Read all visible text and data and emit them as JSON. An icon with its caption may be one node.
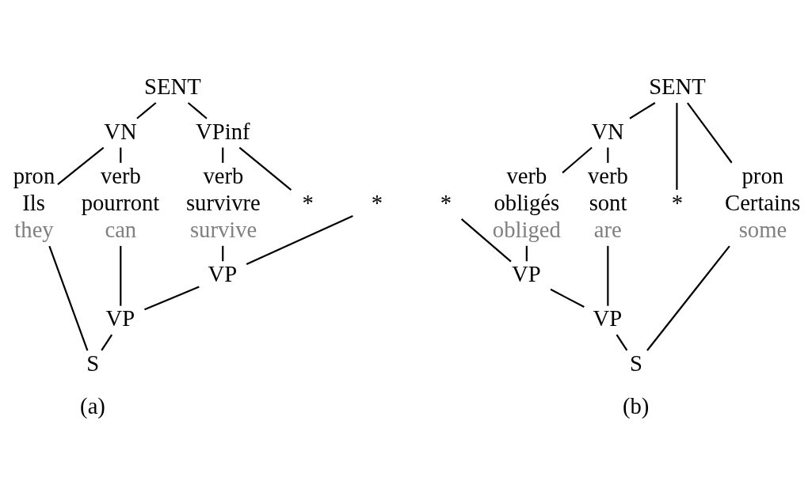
{
  "diagram": {
    "nodes": [
      {
        "text": [
          "SENT"
        ]
      },
      {
        "text": [
          "VN"
        ]
      },
      {
        "text": [
          "VPinf"
        ]
      },
      {
        "text": [
          "pron",
          "Ils",
          "they"
        ]
      },
      {
        "text": [
          "verb",
          "pourront",
          "can"
        ]
      },
      {
        "text": [
          "verb",
          "survivre",
          "survive"
        ]
      },
      {
        "text": [
          "*"
        ]
      },
      {
        "text": [
          "*"
        ]
      },
      {
        "text": [
          "VP"
        ]
      },
      {
        "text": [
          "VP"
        ]
      },
      {
        "text": [
          "S"
        ]
      },
      {
        "text": [
          "SENT"
        ]
      },
      {
        "text": [
          "VN"
        ]
      },
      {
        "text": [
          "pron",
          "Certains",
          "some"
        ]
      },
      {
        "text": [
          "verb",
          "sont",
          "are"
        ]
      },
      {
        "text": [
          "verb",
          "obligés",
          "obliged"
        ]
      },
      {
        "text": [
          "*"
        ]
      },
      {
        "text": [
          "*"
        ]
      },
      {
        "text": [
          "VP"
        ]
      },
      {
        "text": [
          "VP"
        ]
      },
      {
        "text": [
          "S"
        ]
      }
    ],
    "edges": [
      {
        "from": 0,
        "to": 1,
        "arrow": "none"
      },
      {
        "from": 0,
        "to": 2,
        "arrow": "none"
      },
      {
        "from": 1,
        "to": 3,
        "arrow": "none"
      },
      {
        "from": 1,
        "to": 4,
        "arrow": "none"
      },
      {
        "from": 2,
        "to": 5,
        "arrow": "none"
      },
      {
        "from": 2,
        "to": 6,
        "arrow": "none"
      },
      {
        "from": 5,
        "to": 8,
        "arrow": "none"
      },
      {
        "from": 7,
        "to": 8,
        "arrow": "none"
      },
      {
        "from": 4,
        "to": 9,
        "arrow": "none"
      },
      {
        "from": 8,
        "to": 9,
        "arrow": "none"
      },
      {
        "from": 3,
        "to": 10,
        "arrow": "none"
      },
      {
        "from": 9,
        "to": 10,
        "arrow": "none"
      },
      {
        "from": 11,
        "to": 13,
        "arrow": "none"
      },
      {
        "from": 11,
        "to": 12,
        "arrow": "none"
      },
      {
        "from": 11,
        "to": 16,
        "arrow": "none"
      },
      {
        "from": 12,
        "to": 14,
        "arrow": "none"
      },
      {
        "from": 12,
        "to": 15,
        "arrow": "none"
      },
      {
        "from": 15,
        "to": 18,
        "arrow": "none"
      },
      {
        "from": 17,
        "to": 18,
        "arrow": "none"
      },
      {
        "from": 14,
        "to": 19,
        "arrow": "none"
      },
      {
        "from": 18,
        "to": 19,
        "arrow": "none"
      },
      {
        "from": 13,
        "to": 20,
        "arrow": "none"
      },
      {
        "from": 19,
        "to": 20,
        "arrow": "none"
      }
    ],
    "labels": [
      "(a)",
      "(b)"
    ]
  }
}
